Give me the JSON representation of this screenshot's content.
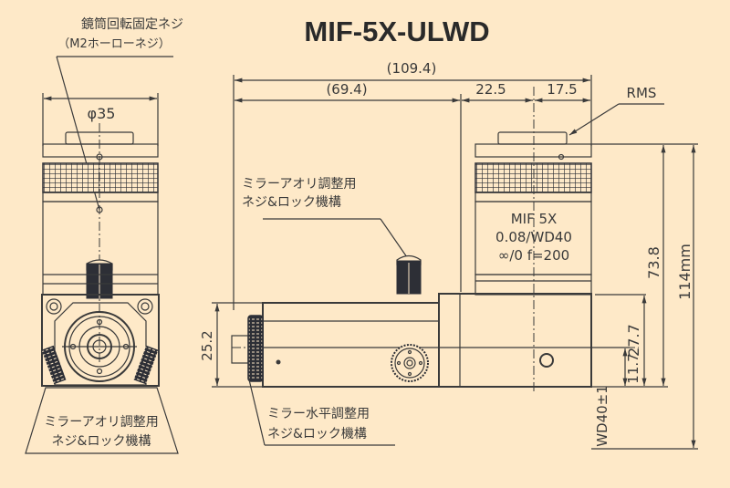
{
  "title": "MIF-5X-ULWD",
  "front_view": {
    "callout_top_line1": "鏡筒回転固定ネジ",
    "callout_top_line2": "（M2ホーローネジ）",
    "diameter_label": "φ35",
    "callout_bottom_line1": "ミラーアオリ調整用",
    "callout_bottom_line2": "ネジ&ロック機構"
  },
  "side_view": {
    "dim_total": "(109.4)",
    "dim_body": "(69.4)",
    "dim_mid": "22.5",
    "dim_right": "17.5",
    "rms_label": "RMS",
    "tilt_callout_line1": "ミラーアオリ調整用",
    "tilt_callout_line2": "ネジ&ロック機構",
    "horizontal_callout_line1": "ミラー水平調整用",
    "horizontal_callout_line2": "ネジ&ロック機構",
    "objective_label_line1": "MIF 5X",
    "objective_label_line2": "0.08/WD40",
    "objective_label_line3": "∞/0 f=200",
    "dim_height_block": "25.2",
    "dim_73_8": "73.8",
    "dim_total_height": "114mm",
    "dim_27_7": "27.7",
    "dim_11_7": "11.7",
    "dim_wd": "WD40±1"
  },
  "colors": {
    "background": "#fee9c8",
    "line": "#3a3a3a",
    "dark_part": "#2d2f36"
  }
}
